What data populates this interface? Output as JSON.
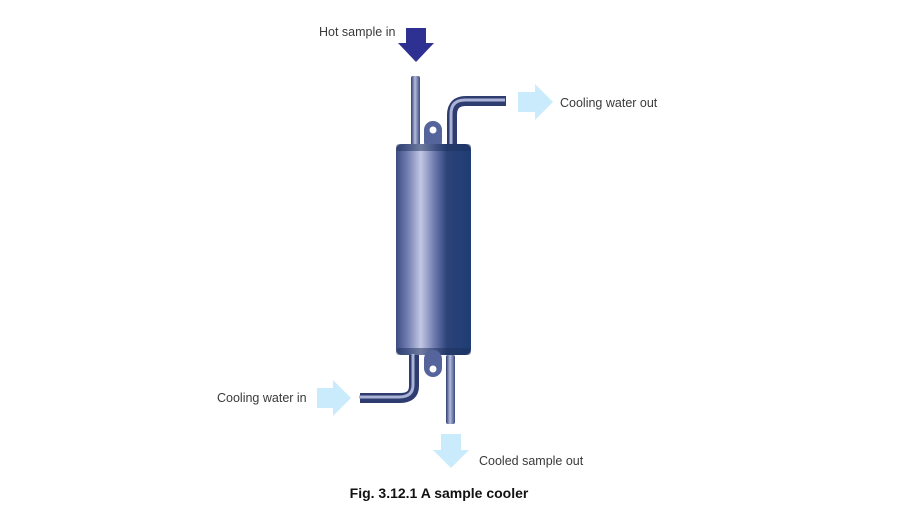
{
  "labels": {
    "hot_sample_in": "Hot sample in",
    "cooling_water_out": "Cooling water out",
    "cooling_water_in": "Cooling water in",
    "cooled_sample_out": "Cooled sample out"
  },
  "caption": "Fig. 3.12.1 A sample cooler",
  "colors": {
    "hot_arrow": "#2e3092",
    "water_arrow": "#c9ebfb",
    "pipe": "#4f5f93",
    "cylinder_dark": "#1f3d74",
    "cylinder_light": "#c2c7e2"
  }
}
